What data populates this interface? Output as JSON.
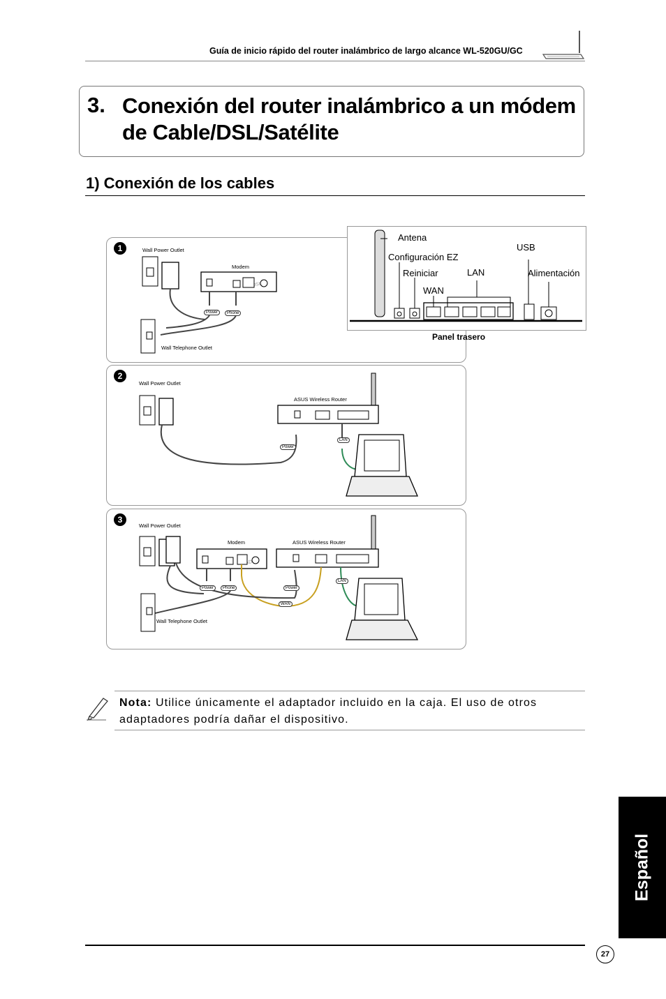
{
  "header": {
    "title": "Guía de inicio rápido del router inalámbrico de largo alcance WL-520GU/GC"
  },
  "section": {
    "number": "3.",
    "title_line1": "Conexión del router inalámbrico a un módem",
    "title_line2": "de Cable/DSL/Satélite"
  },
  "subsection": {
    "title": "1) Conexión de los cables"
  },
  "diagram1": {
    "step": "1",
    "wall_power": "Wall Power Outlet",
    "modem": "Modem",
    "power": "Power",
    "phone": "Phone",
    "wall_telephone": "Wall Telephone Outlet",
    "adsl": "ADSL"
  },
  "diagram2": {
    "step": "2",
    "wall_power": "Wall Power Outlet",
    "router": "ASUS Wireless Router",
    "power": "Power",
    "lan": "LAN"
  },
  "diagram3": {
    "step": "3",
    "wall_power": "Wall Power Outlet",
    "modem": "Modem",
    "router": "ASUS Wireless Router",
    "power_modem": "Power",
    "phone": "Phone",
    "power_router": "Power",
    "wan": "WAN",
    "lan": "LAN",
    "wall_telephone": "Wall Telephone Outlet",
    "adsl": "ADSL"
  },
  "rear_panel": {
    "antenna": "Antena",
    "ez_config": "Configuración EZ",
    "usb": "USB",
    "reset": "Reiniciar",
    "lan": "LAN",
    "power": "Alimentación",
    "wan": "WAN",
    "caption": "Panel trasero"
  },
  "note": {
    "label": "Nota:",
    "text": "Utilice únicamente el adaptador incluido en la caja. El uso de otros adaptadores podría dañar el dispositivo."
  },
  "side_tab": {
    "language": "Español"
  },
  "footer": {
    "page_number": "27"
  }
}
